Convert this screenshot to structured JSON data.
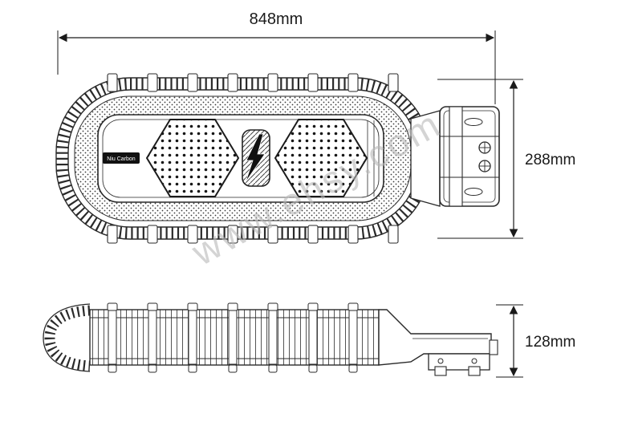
{
  "watermark": {
    "text": "www.ehsy.com"
  },
  "dimensions": {
    "width": "848mm",
    "height": "288mm",
    "depth": "128mm"
  },
  "brand": {
    "label": "Niu Carbon"
  },
  "colors": {
    "line": "#2a2a2a",
    "watermark": "#b9b9b9",
    "background": "#ffffff"
  }
}
